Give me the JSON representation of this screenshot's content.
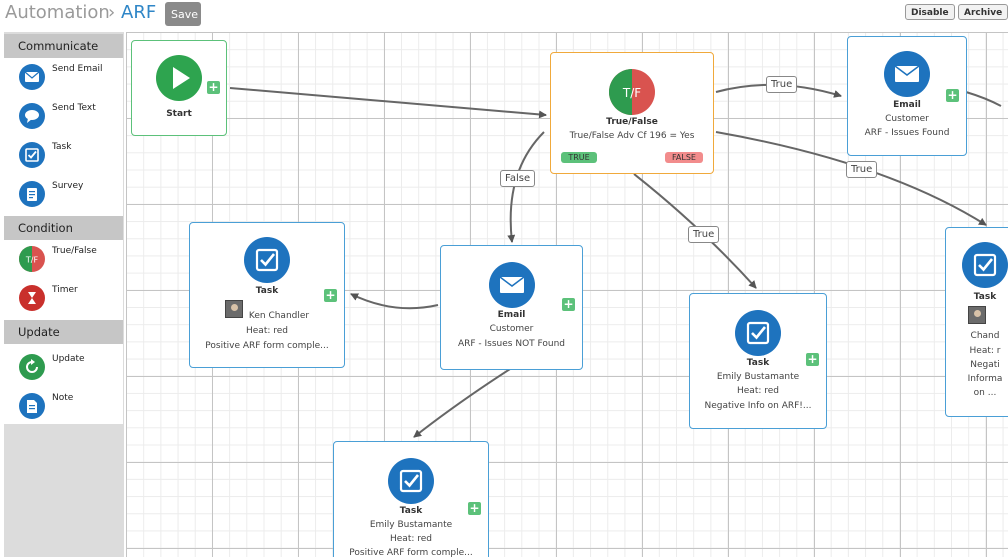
{
  "header": {
    "root": "Automation",
    "separator": "›",
    "current": "ARF",
    "save_label": "Save",
    "disable_label": "Disable",
    "archive_label": "Archive"
  },
  "sidebar": {
    "sections": [
      {
        "title": "Communicate",
        "items": [
          {
            "label": "Send Email",
            "icon": "envelope-icon",
            "color": "#1e73be"
          },
          {
            "label": "Send Text",
            "icon": "chat-bubble-icon",
            "color": "#1e73be"
          },
          {
            "label": "Task",
            "icon": "checkbox-icon",
            "color": "#1e73be"
          },
          {
            "label": "Survey",
            "icon": "clipboard-icon",
            "color": "#1e73be"
          }
        ]
      },
      {
        "title": "Condition",
        "items": [
          {
            "label": "True/False",
            "icon": "true-false-icon",
            "color": "#d9534f"
          },
          {
            "label": "Timer",
            "icon": "hourglass-icon",
            "color": "#c9302c"
          }
        ]
      },
      {
        "title": "Update",
        "items": [
          {
            "label": "Update",
            "icon": "refresh-icon",
            "color": "#2e9b4f"
          },
          {
            "label": "Note",
            "icon": "document-icon",
            "color": "#1e73be"
          }
        ]
      }
    ]
  },
  "nodes": {
    "start": {
      "title": "Start"
    },
    "tf": {
      "title": "True/False",
      "condition": "True/False Adv Cf 196 = Yes",
      "true_tag": "TRUE",
      "false_tag": "FALSE"
    },
    "email_found": {
      "title": "Email",
      "to": "Customer",
      "subject": "ARF - Issues Found"
    },
    "email_notfound": {
      "title": "Email",
      "to": "Customer",
      "subject": "ARF - Issues NOT Found"
    },
    "task_ken": {
      "title": "Task",
      "assignee": "Ken Chandler",
      "heat": "Heat: red",
      "note": "Positive ARF form comple..."
    },
    "task_emily_mid": {
      "title": "Task",
      "assignee": "Emily Bustamante",
      "heat": "Heat: red",
      "note": "Negative Info on ARF!..."
    },
    "task_emily_bottom": {
      "title": "Task",
      "assignee": "Emily Bustamante",
      "heat": "Heat: red",
      "note": "Positive ARF form comple..."
    },
    "task_right": {
      "title": "Task",
      "assignee": "Chand",
      "heat": "Heat: r",
      "note1": "Negati",
      "note2": "Informa",
      "note3": "on ..."
    }
  },
  "edges": {
    "true1": "True",
    "true2": "True",
    "true3": "True",
    "false1": "False"
  },
  "colors": {
    "accent_blue": "#1e73be",
    "start_green": "#2ea44f",
    "node_border": "#4a9fd6",
    "tf_border": "#f0a93b",
    "plus_green": "#5cc17a"
  }
}
